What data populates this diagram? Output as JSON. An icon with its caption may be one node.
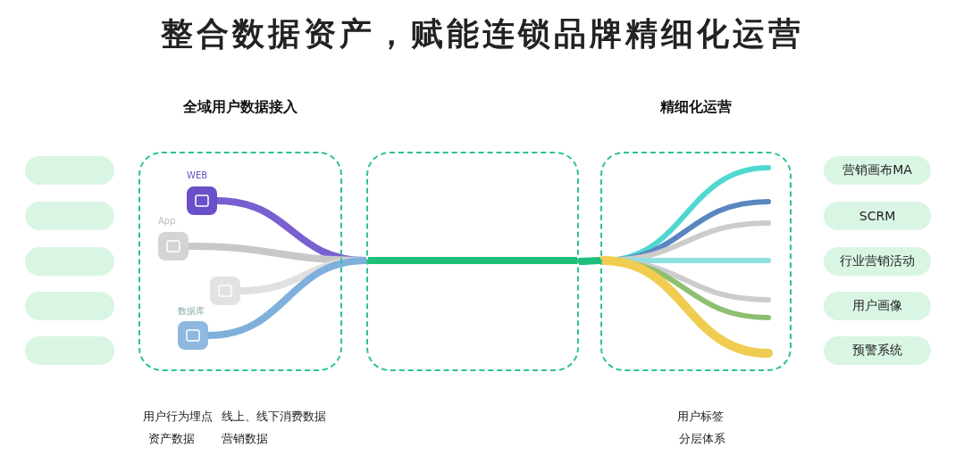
{
  "diagram": {
    "title": "整合数据资产，赋能连锁品牌精细化运营",
    "nodes": [
      {
        "text": [],
        "shape": "box"
      },
      {
        "text": [],
        "shape": "box"
      },
      {
        "text": [],
        "shape": "box"
      },
      {
        "text": [],
        "shape": "box"
      },
      {
        "text": [],
        "shape": "box"
      },
      {
        "text": [
          "全域用户数据接入"
        ]
      },
      {
        "text": [
          "WEB"
        ],
        "in": 5
      },
      {
        "text": [
          "App"
        ],
        "in": 5
      },
      {
        "text": [],
        "shape": "box",
        "in": 5
      },
      {
        "text": [
          "数据库"
        ],
        "in": 5
      },
      {
        "text": [],
        "shape": "box"
      },
      {
        "text": [
          "精细化运营"
        ]
      },
      {
        "text": [
          "营销画布MA"
        ]
      },
      {
        "text": [
          "SCRM"
        ]
      },
      {
        "text": [
          "行业营销活动"
        ]
      },
      {
        "text": [
          "用户画像"
        ]
      },
      {
        "text": [
          "预警系统"
        ]
      }
    ],
    "edges": [
      {
        "from": 6,
        "to": 10,
        "arrow": "none",
        "color": "#7a5fd0"
      },
      {
        "from": 7,
        "to": 10,
        "arrow": "none",
        "color": "#c8c8c8"
      },
      {
        "from": 8,
        "to": 10,
        "arrow": "none",
        "color": "#e0e0e0"
      },
      {
        "from": 9,
        "to": 10,
        "arrow": "none",
        "color": "#7fb0dc"
      },
      {
        "from": 10,
        "to": 11,
        "arrow": "none",
        "color": "#1fbf7a"
      }
    ],
    "labels": [
      "用户行为埋点",
      "线上、线下消费数据",
      "资产数据",
      "营销数据",
      "用户标签",
      "分层体系"
    ]
  }
}
